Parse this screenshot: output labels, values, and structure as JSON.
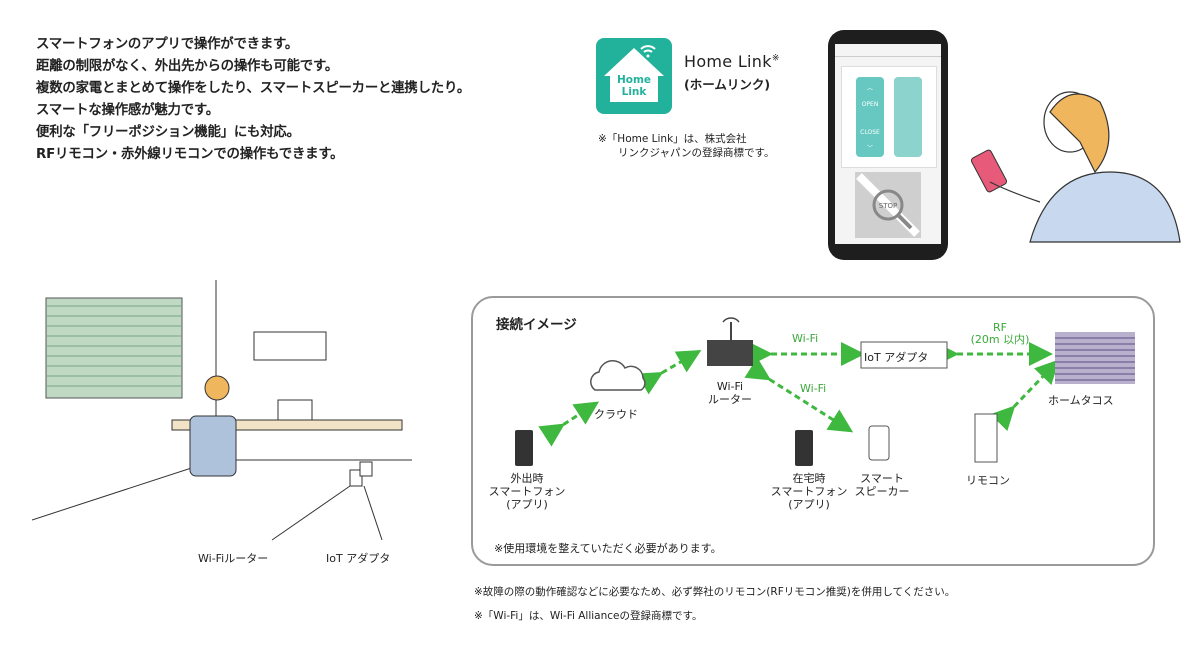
{
  "intro_lines": [
    "スマートフォンのアプリで操作ができます。",
    "距離の制限がなく、外出先からの操作も可能です。",
    "複数の家電とまとめて操作をしたり、スマートスピーカーと連携したり。",
    "スマートな操作感が魅力です。",
    "便利な「フリーポジション機能」にも対応。",
    "RFリモコン・赤外線リモコンでの操作もできます。"
  ],
  "app": {
    "icon_text": [
      "Home",
      "Link"
    ],
    "name": "Home Link",
    "name_mark": "※",
    "reading": "(ホームリンク)",
    "trademark_note": [
      "※「Home Link」は、株式会社",
      "リンクジャパンの登録商標です。"
    ]
  },
  "phone_screen": {
    "open": "OPEN",
    "close": "CLOSE",
    "stop": "STOP"
  },
  "room": {
    "router_label": "Wi-Fiルーター",
    "adapter_label": "IoT アダプタ"
  },
  "diagram": {
    "title": "接続イメージ",
    "cloud_label": "クラウド",
    "router_label": [
      "Wi-Fi",
      "ルーター"
    ],
    "adapter_label": "IoT アダプタ",
    "wifi_label_1": "Wi-Fi",
    "wifi_label_2": "Wi-Fi",
    "rf_label": [
      "RF",
      "(20m 以内)"
    ],
    "blind_label": "ホームタコス",
    "remote_label": "リモコン",
    "phone_out_label": [
      "外出時",
      "スマートフォン",
      "(アプリ)"
    ],
    "phone_home_label": [
      "在宅時",
      "スマートフォン",
      "(アプリ)"
    ],
    "speaker_label": [
      "スマート",
      "スピーカー"
    ],
    "env_note": "※使用環境を整えていただく必要があります。"
  },
  "footer_notes": [
    "※故障の際の動作確認などに必要なため、必ず弊社のリモコン(RFリモコン推奨)を併用してください。",
    "※「Wi-Fi」は、Wi-Fi Allianceの登録商標です。"
  ],
  "colors": {
    "accent_green": "#22b29c",
    "wifi_arrow": "#3fb83f",
    "blind_purple": "#8a7fa8",
    "frame_gray": "#9a9a9a"
  }
}
